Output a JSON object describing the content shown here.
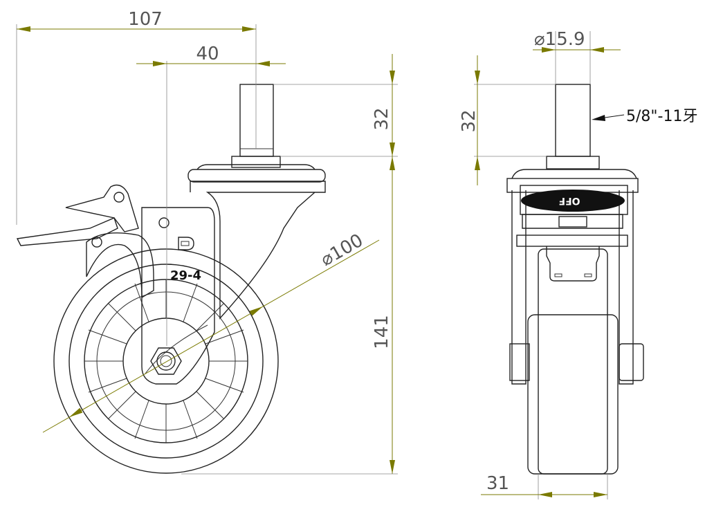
{
  "drawing": {
    "side_view": {
      "dim_overall_width": "107",
      "dim_offset": "40",
      "dim_stem_height": "32",
      "dim_total_height": "141",
      "dim_wheel_diameter": "⌀100",
      "fork_marking": "29-4",
      "logo_text": "D"
    },
    "front_view": {
      "dim_stem_diameter": "⌀15.9",
      "dim_stem_height": "32",
      "thread_label": "5/8\"-11牙",
      "dim_wheel_width": "31",
      "brake_marking": "OFF"
    },
    "colors": {
      "dimension": "#7a7a00",
      "line": "#222222"
    }
  }
}
